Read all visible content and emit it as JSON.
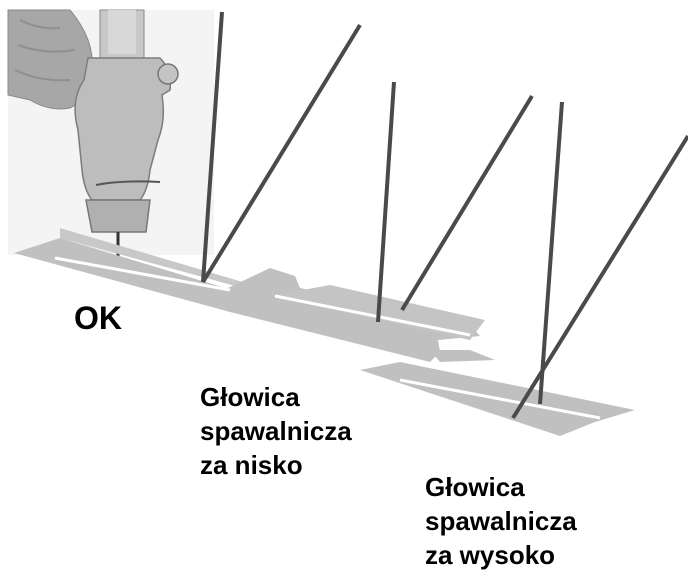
{
  "labels": {
    "ok": "OK",
    "too_low": {
      "line1": "Głowica",
      "line2": "spawalnicza",
      "line3": "za nisko"
    },
    "too_high": {
      "line1": "Głowica",
      "line2": "spawalnicza",
      "line3": "za wysoko"
    }
  },
  "colors": {
    "strip": "#c0c0c0",
    "wire": "#4a4a4a",
    "torch": "#b8b8b8",
    "glove": "#a8a8a8"
  },
  "icons": {
    "torch": "welding-torch-icon",
    "hand": "gloved-hand-icon"
  }
}
